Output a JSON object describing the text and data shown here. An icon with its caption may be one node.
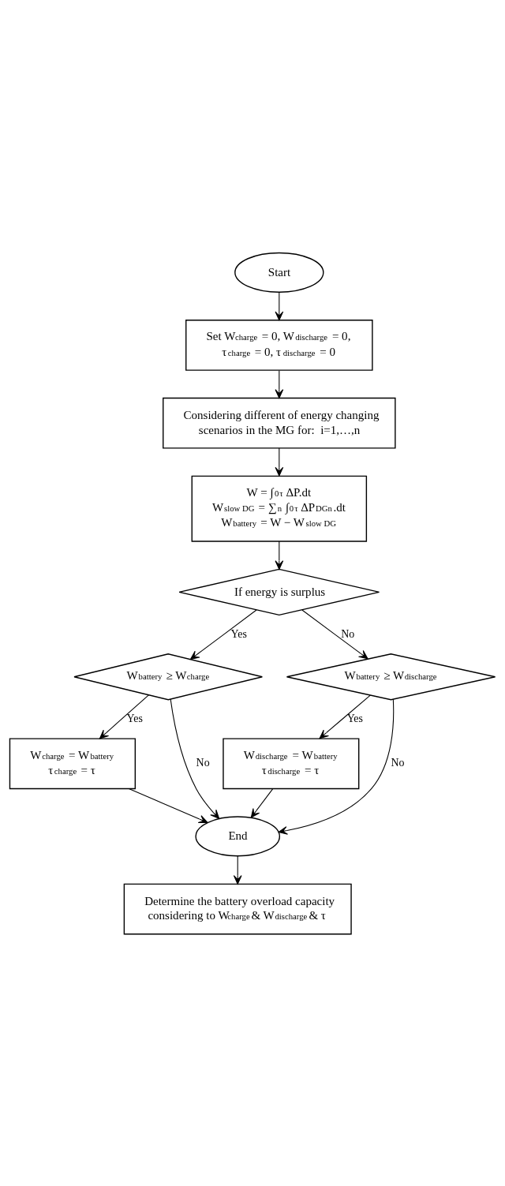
{
  "diagram": {
    "nodes": [
      {
        "text": [
          "Start"
        ]
      },
      {
        "text": [
          "Set W$_{charge}$ = 0, W$_{discharge}$ = 0, τ$_{charge}$ = 0, τ$_{discharge}$ = 0"
        ]
      },
      {
        "text": [
          "Considering different of energy changing scenarios in the MG for:  i=1,…,n"
        ]
      },
      {
        "text": [
          "W = ∫$_{0}$$^{τ}$ ΔP.dt",
          "W$_{slow DG}$ = ∑$_{n}$ ∫$_{0}$$^{τ}$ ΔP$_{DGn}$.dt",
          "W$_{battery}$ = W − W$_{slow DG}$"
        ]
      },
      {
        "text": [
          "If energy is surplus"
        ]
      },
      {
        "text": [
          "W$_{battery}$ ≥ W$_{charge}$"
        ]
      },
      {
        "text": [
          "W$_{battery}$ ≥ W$_{discharge}$"
        ]
      },
      {
        "text": [
          "W$_{charge}$ = W$_{battery}$",
          "τ$_{charge}$ = τ"
        ]
      },
      {
        "text": [
          "W$_{discharge}$ = W$_{battery}$",
          "τ$_{discharge}$ = τ"
        ]
      },
      {
        "text": [
          "End"
        ]
      },
      {
        "text": [
          "Determine the battery overload capacity considering to W$_{charge}$& W$_{discharge}$& τ"
        ]
      }
    ],
    "edges": [
      {
        "from": 0,
        "to": 1,
        "arrow": "to"
      },
      {
        "from": 1,
        "to": 2,
        "arrow": "to"
      },
      {
        "from": 2,
        "to": 3,
        "arrow": "to"
      },
      {
        "from": 3,
        "to": 4,
        "arrow": "to"
      },
      {
        "from": 4,
        "to": 5,
        "arrow": "to",
        "label": "Yes"
      },
      {
        "from": 4,
        "to": 6,
        "arrow": "to",
        "label": "No"
      },
      {
        "from": 5,
        "to": 7,
        "arrow": "to",
        "label": "Yes"
      },
      {
        "from": 5,
        "to": 9,
        "arrow": "to",
        "label": "No"
      },
      {
        "from": 6,
        "to": 8,
        "arrow": "to",
        "label": "Yes"
      },
      {
        "from": 6,
        "to": 9,
        "arrow": "to",
        "label": "No"
      },
      {
        "from": 7,
        "to": 9,
        "arrow": "to"
      },
      {
        "from": 8,
        "to": 9,
        "arrow": "to"
      },
      {
        "from": 9,
        "to": 10,
        "arrow": "to"
      }
    ]
  }
}
